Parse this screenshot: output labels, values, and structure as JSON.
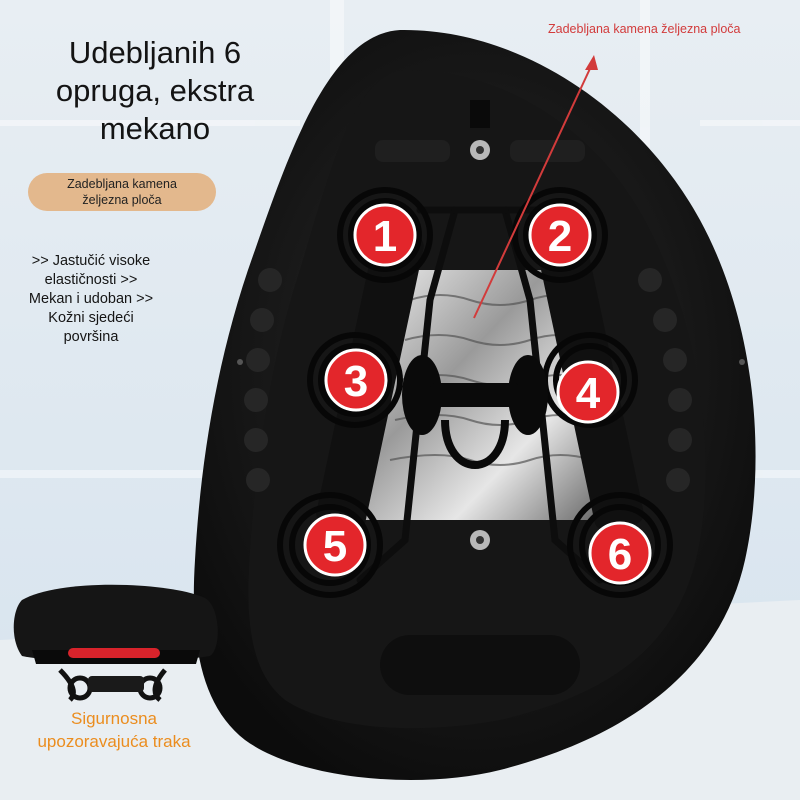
{
  "headline": [
    "Udebljanih 6",
    "opruga, ekstra",
    "mekano"
  ],
  "pill_label": [
    "Zadebljana kamena",
    "željezna ploča"
  ],
  "features": [
    ">> Jastučić visoke",
    "elastičnosti >>",
    "Mekan i udoban >>",
    "Kožni sjedeći",
    "površina"
  ],
  "arrow_label": "Zadebljana kamena željezna ploča",
  "springs": [
    "1",
    "2",
    "3",
    "4",
    "5",
    "6"
  ],
  "warning_label": [
    "Sigurnosna",
    "upozoravajuća traka"
  ],
  "colors": {
    "badge": "#e3262b",
    "warning_text": "#eb8d1f",
    "arrow": "#d23b3b",
    "pill": "#e3b88d"
  }
}
